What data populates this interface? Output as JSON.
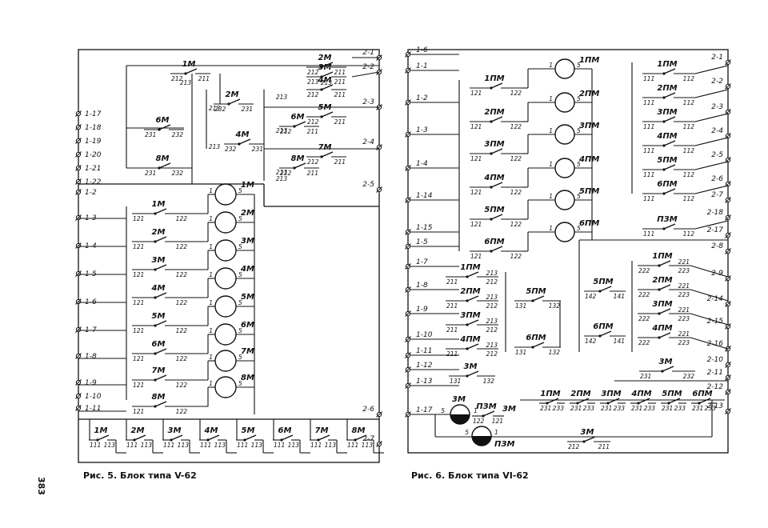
{
  "page_number": "383",
  "figure5": {
    "caption": "Рис. 5. Блок типа V-62",
    "left_terminals": [
      "1-17",
      "1-18",
      "1-19",
      "1-20",
      "1-21",
      "1-22",
      "1-2",
      "1-3",
      "1-4",
      "1-5",
      "1-6",
      "1-7",
      "1-8",
      "1-9",
      "1-10",
      "1-11"
    ],
    "right_terminals": [
      "2-1",
      "2-2",
      "2-3",
      "2-4",
      "2-5",
      "2-6",
      "2-7"
    ],
    "coils": [
      {
        "label": "1M",
        "pin_left": "1",
        "pin_right": "5"
      },
      {
        "label": "2M",
        "pin_left": "1",
        "pin_right": "5"
      },
      {
        "label": "3M",
        "pin_left": "1",
        "pin_right": "5"
      },
      {
        "label": "4M",
        "pin_left": "1",
        "pin_right": "5"
      },
      {
        "label": "5M",
        "pin_left": "1",
        "pin_right": "5"
      },
      {
        "label": "6M",
        "pin_left": "1",
        "pin_right": "5"
      },
      {
        "label": "7M",
        "pin_left": "1",
        "pin_right": "5"
      },
      {
        "label": "8M",
        "pin_left": "1",
        "pin_right": "5"
      }
    ],
    "holding_contacts": [
      {
        "label": "1M",
        "a": "121",
        "b": "122"
      },
      {
        "label": "2M",
        "a": "121",
        "b": "122"
      },
      {
        "label": "3M",
        "a": "121",
        "b": "122"
      },
      {
        "label": "4M",
        "a": "121",
        "b": "122"
      },
      {
        "label": "5M",
        "a": "121",
        "b": "122"
      },
      {
        "label": "6M",
        "a": "121",
        "b": "122"
      },
      {
        "label": "7M",
        "a": "121",
        "b": "122"
      },
      {
        "label": "8M",
        "a": "121",
        "b": "122"
      }
    ],
    "top_contacts": [
      {
        "label": "1M",
        "a": "212",
        "b": "211"
      },
      {
        "label": "2M",
        "a": "212",
        "b": "211"
      },
      {
        "label": "3M",
        "a": "213",
        "b": "211"
      },
      {
        "label": "4M",
        "a": "212",
        "b": "211"
      },
      {
        "label": "2M",
        "a": "232",
        "b": "231"
      },
      {
        "label": "5M",
        "a": "212",
        "b": "211"
      },
      {
        "label": "6M",
        "a": "212",
        "b": "211"
      },
      {
        "label": "6M",
        "a": "231",
        "b": "232"
      },
      {
        "label": "4M",
        "a": "232",
        "b": "231"
      },
      {
        "label": "7M",
        "a": "212",
        "b": "211"
      },
      {
        "label": "8M",
        "a": "212",
        "b": "211"
      },
      {
        "label": "8M",
        "a": "231",
        "b": "232"
      }
    ],
    "bottom_contacts": [
      {
        "label": "1M",
        "a": "111",
        "b": "113"
      },
      {
        "label": "2M",
        "a": "111",
        "b": "113"
      },
      {
        "label": "3M",
        "a": "111",
        "b": "113"
      },
      {
        "label": "4M",
        "a": "111",
        "b": "113"
      },
      {
        "label": "5M",
        "a": "111",
        "b": "113"
      },
      {
        "label": "6M",
        "a": "111",
        "b": "113"
      },
      {
        "label": "7M",
        "a": "111",
        "b": "113"
      },
      {
        "label": "8M",
        "a": "111",
        "b": "113"
      }
    ],
    "extra_labels": [
      "213",
      "213",
      "213",
      "213",
      "213",
      "213",
      "213",
      "213"
    ]
  },
  "figure6": {
    "caption": "Рис. 6. Блок типа VI-62",
    "left_terminals": [
      "1-6",
      "1-1",
      "1-2",
      "1-3",
      "1-4",
      "1-14",
      "1-15",
      "1-5",
      "1-7",
      "1-8",
      "1-9",
      "1-10",
      "1-11",
      "1-12",
      "1-13",
      "1-17"
    ],
    "right_terminals": [
      "2-1",
      "2-2",
      "2-3",
      "2-4",
      "2-5",
      "2-6",
      "2-7",
      "2-18",
      "2-17",
      "2-8",
      "2-9",
      "2-14",
      "2-15",
      "2-16",
      "2-10",
      "2-11",
      "2-12",
      "2-13"
    ],
    "coils": [
      {
        "label": "1ПМ",
        "pin_left": "1",
        "pin_right": "5"
      },
      {
        "label": "2ПМ",
        "pin_left": "1",
        "pin_right": "5"
      },
      {
        "label": "3ПМ",
        "pin_left": "1",
        "pin_right": "5"
      },
      {
        "label": "4ПМ",
        "pin_left": "1",
        "pin_right": "5"
      },
      {
        "label": "5ПМ",
        "pin_left": "1",
        "pin_right": "5"
      },
      {
        "label": "6ПМ",
        "pin_left": "1",
        "pin_right": "5"
      }
    ],
    "holding_contacts": [
      {
        "label": "1ПМ",
        "a": "121",
        "b": "122"
      },
      {
        "label": "2ПМ",
        "a": "121",
        "b": "122"
      },
      {
        "label": "3ПМ",
        "a": "121",
        "b": "122"
      },
      {
        "label": "4ПМ",
        "a": "121",
        "b": "122"
      },
      {
        "label": "5ПМ",
        "a": "121",
        "b": "122"
      },
      {
        "label": "6ПМ",
        "a": "121",
        "b": "122"
      }
    ],
    "right_contacts": [
      {
        "label": "1ПМ",
        "a": "111",
        "b": "112"
      },
      {
        "label": "2ПМ",
        "a": "111",
        "b": "112"
      },
      {
        "label": "3ПМ",
        "a": "111",
        "b": "112"
      },
      {
        "label": "4ПМ",
        "a": "111",
        "b": "112"
      },
      {
        "label": "5ПМ",
        "a": "111",
        "b": "112"
      },
      {
        "label": "6ПМ",
        "a": "111",
        "b": "112"
      },
      {
        "label": "ПЗМ",
        "a": "111",
        "b": "112"
      }
    ],
    "left_contacts": [
      {
        "label": "1ПМ",
        "a": "211",
        "b": "212",
        "c": "213"
      },
      {
        "label": "2ПМ",
        "a": "211",
        "b": "212",
        "c": "213"
      },
      {
        "label": "3ПМ",
        "a": "211",
        "b": "212",
        "c": "213"
      },
      {
        "label": "4ПМ",
        "a": "211",
        "b": "212",
        "c": "213"
      }
    ],
    "mid_contacts": [
      {
        "label": "5ПМ",
        "a": "131",
        "b": "132"
      },
      {
        "label": "6ПМ",
        "a": "131",
        "b": "132"
      },
      {
        "label": "3М",
        "a": "131",
        "b": "132"
      }
    ],
    "right_group_contacts": [
      {
        "label": "1ПМ",
        "a": "222",
        "b": "223",
        "c": "221"
      },
      {
        "label": "2ПМ",
        "a": "222",
        "b": "223",
        "c": "221"
      },
      {
        "label": "3ПМ",
        "a": "222",
        "b": "223",
        "c": "221"
      },
      {
        "label": "4ПМ",
        "a": "222",
        "b": "223",
        "c": "221"
      },
      {
        "label": "5ПМ",
        "a": "142",
        "b": "141"
      },
      {
        "label": "6ПМ",
        "a": "142",
        "b": "141"
      }
    ],
    "bottom_contacts": [
      {
        "label": "1ПМ",
        "a": "231",
        "b": "233"
      },
      {
        "label": "2ПМ",
        "a": "231",
        "b": "233"
      },
      {
        "label": "3ПМ",
        "a": "231",
        "b": "233"
      },
      {
        "label": "4ПМ",
        "a": "231",
        "b": "233"
      },
      {
        "label": "5ПМ",
        "a": "231",
        "b": "233"
      },
      {
        "label": "6ПМ",
        "a": "231",
        "b": "233"
      }
    ],
    "misc": {
      "coil_3M": "3М",
      "coil_PZM": "ПЗМ",
      "contact_3M_top": {
        "label": "3М",
        "a": "231",
        "b": "232"
      },
      "contact_3M_bottom": {
        "label": "3М",
        "a": "212",
        "b": "211"
      },
      "contact_PZM": {
        "label": "ПЗМ",
        "a": "122",
        "b": "121"
      },
      "contact_3M_small": "3М",
      "pin_5": "5",
      "pin_1": "1"
    }
  }
}
